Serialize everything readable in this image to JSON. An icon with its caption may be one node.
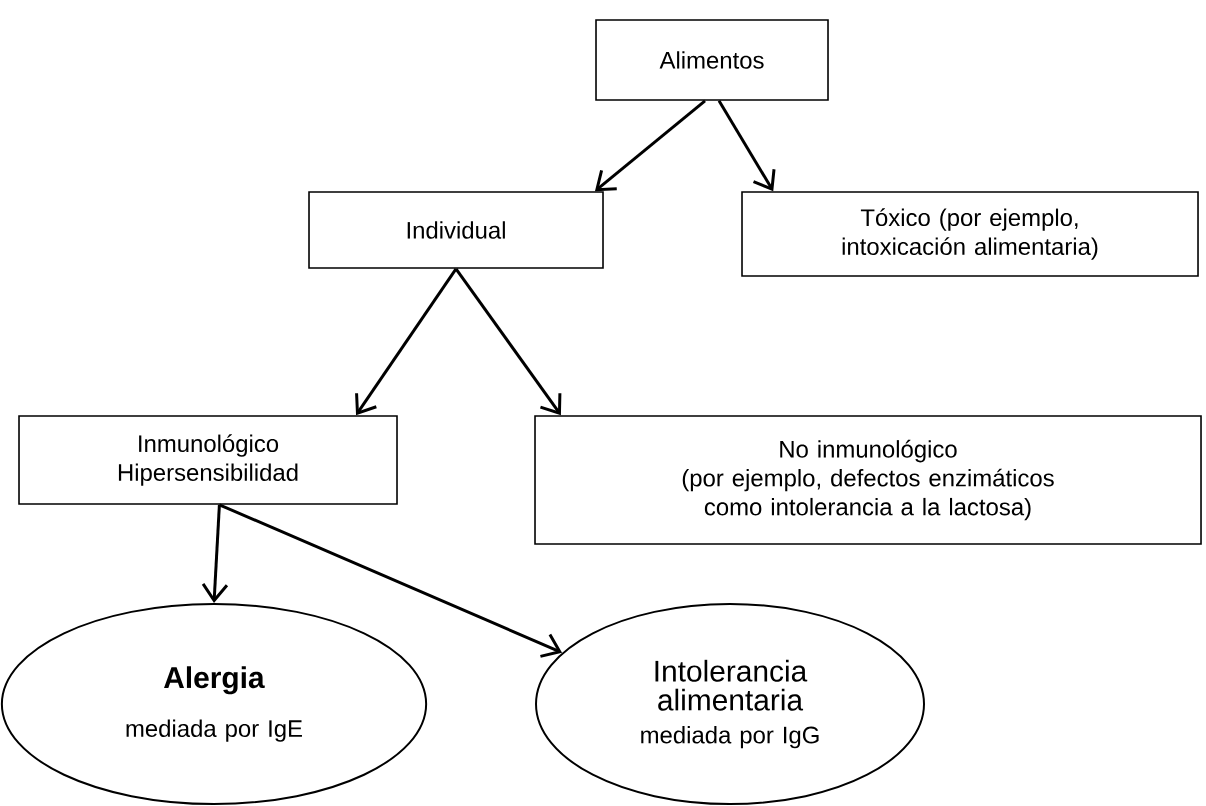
{
  "diagram": {
    "nodes": [
      {
        "text": [
          "Alimentos"
        ]
      },
      {
        "text": [
          "Individual"
        ]
      },
      {
        "text": [
          "Tóxico (por ejemplo, intoxicación alimentaria)"
        ]
      },
      {
        "text": [
          "Inmunológico Hipersensibilidad"
        ]
      },
      {
        "text": [
          "No inmunológico",
          "(por ejemplo, defectos enzimáticos como intolerancia a la lactosa)"
        ]
      },
      {
        "text": [
          "**Alergia**",
          "mediada por IgE"
        ]
      },
      {
        "text": [
          "Intolerancia alimentaria",
          "mediada por IgG"
        ]
      }
    ],
    "edges": [
      {
        "from": 0,
        "to": 1,
        "arrow": "to"
      },
      {
        "from": 0,
        "to": 2,
        "arrow": "to"
      },
      {
        "from": 1,
        "to": 3,
        "arrow": "to"
      },
      {
        "from": 1,
        "to": 4,
        "arrow": "to"
      },
      {
        "from": 3,
        "to": 5,
        "arrow": "to"
      },
      {
        "from": 3,
        "to": 6,
        "arrow": "to"
      }
    ]
  }
}
